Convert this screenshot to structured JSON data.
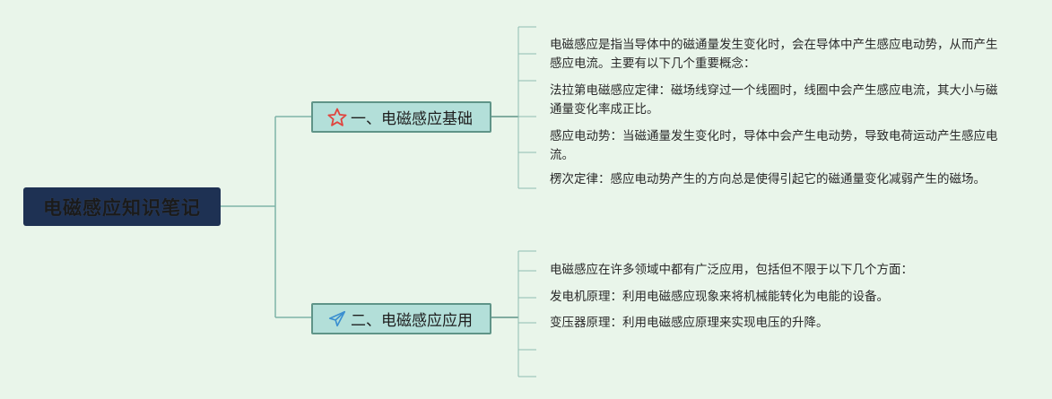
{
  "root": {
    "title": "电磁感应知识笔记"
  },
  "branches": [
    {
      "label": "一、电磁感应基础",
      "icon": "star-icon",
      "icon_color": "#e0443e",
      "items": [
        "电磁感应是指当导体中的磁通量发生变化时，会在导体中产生感应电动势，从而产生感应电流。主要有以下几个重要概念：",
        "法拉第电磁感应定律：磁场线穿过一个线圈时，线圈中会产生感应电流，其大小与磁通量变化率成正比。",
        "感应电动势：当磁通量发生变化时，导体中会产生电动势，导致电荷运动产生感应电流。",
        "楞次定律：感应电动势产生的方向总是使得引起它的磁通量变化减弱产生的磁场。"
      ]
    },
    {
      "label": "二、电磁感应应用",
      "icon": "paper-plane-icon",
      "icon_color": "#3a8fd0",
      "items": [
        "电磁感应在许多领域中都有广泛应用，包括但不限于以下几个方面：",
        "发电机原理：利用电磁感应现象来将机械能转化为电能的设备。",
        "变压器原理：利用电磁感应原理来实现电压的升降。"
      ]
    }
  ],
  "colors": {
    "background": "#e9f5ea",
    "root_fill": "#1e3153",
    "branch_fill": "#b3dfd9",
    "branch_border": "#5f9488",
    "connector": "#7fb3a7"
  }
}
